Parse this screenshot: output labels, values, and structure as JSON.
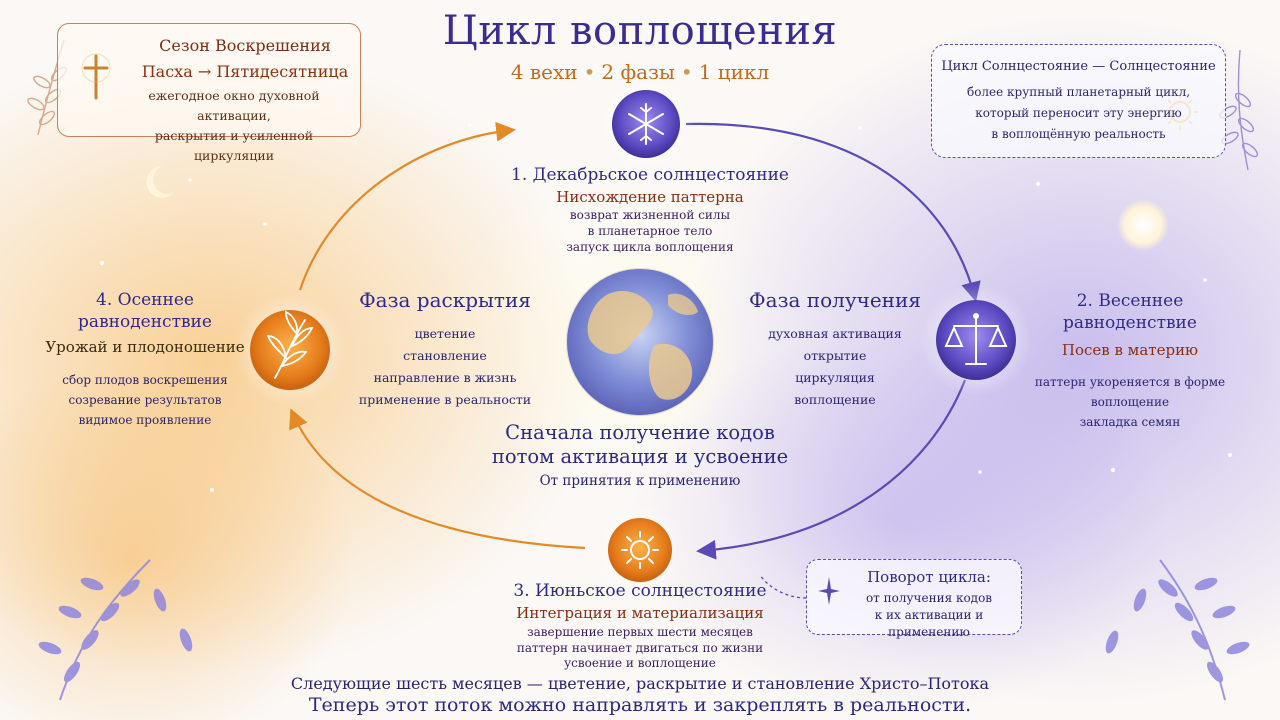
{
  "title": "Цикл воплощения",
  "subtitle": {
    "part1": "4 вехи",
    "part2": "2 фазы",
    "part3": "1 цикл"
  },
  "resurrection_box": {
    "title": "Сезон Воскрешения",
    "subtitle": "Пасха → Пятидесятница",
    "note_line1": "ежегодное окно духовной активации,",
    "note_line2": "раскрытия и усиленной циркуляции"
  },
  "solstice_box": {
    "title": "Цикл Солнцестояние — Солнцестояние",
    "note_line1": "более крупный планетарный цикл,",
    "note_line2": "который переносит эту энергию",
    "note_line3": "в воплощённую реальность"
  },
  "milestones": {
    "m1": {
      "title": "1. Декабрьское солнцестояние",
      "subtitle": "Нисхождение паттерна",
      "note_line1": "возврат жизненной силы",
      "note_line2": "в планетарное тело",
      "note_line3": "запуск цикла воплощения"
    },
    "m2": {
      "title_line1": "2. Весеннее",
      "title_line2": "равноденствие",
      "subtitle": "Посев в материю",
      "note_line1": "паттерн укореняется в форме",
      "note_line2": "воплощение",
      "note_line3": "закладка семян"
    },
    "m3": {
      "title": "3. Июньское солнцестояние",
      "subtitle": "Интеграция и материализация",
      "note_line1": "завершение первых шести месяцев",
      "note_line2": "паттерн начинает двигаться по жизни",
      "note_line3": "усвоение и воплощение"
    },
    "m4": {
      "title_line1": "4. Осеннее",
      "title_line2": "равноденствие",
      "subtitle": "Урожай и плодоношение",
      "note_line1": "сбор плодов воскрешения",
      "note_line2": "созревание результатов",
      "note_line3": "видимое проявление"
    }
  },
  "phases": {
    "opening": {
      "title": "Фаза раскрытия",
      "items": [
        "цветение",
        "становление",
        "направление в жизнь",
        "применение в реальности"
      ]
    },
    "receiving": {
      "title": "Фаза получения",
      "items": [
        "духовная активация",
        "открытие",
        "циркуляция",
        "воплощение"
      ]
    }
  },
  "center_message": {
    "line1": "Сначала получение кодов",
    "line2": "потом активация и усвоение",
    "line3": "От принятия к применению"
  },
  "turn_box": {
    "title": "Поворот цикла:",
    "note_line1": "от получения кодов",
    "note_line2": "к их активации и применению"
  },
  "footer": {
    "line1": "Следующие шесть месяцев — цветение, раскрытие и становление Христо–Потока",
    "line2": "Теперь этот поток можно направлять и закреплять в реальности."
  },
  "colors": {
    "title": "#3a2c92",
    "violet_arrow": "#5a4ab8",
    "orange_arrow": "#e38a28",
    "warm_glow": "#f6b048",
    "cool_glow": "#9684e6"
  },
  "icons": {
    "top_node": "snowflake-icon",
    "right_node": "scales-icon",
    "bottom_node": "sun-icon",
    "left_node": "leaf-branch-icon",
    "center": "globe-icon"
  }
}
